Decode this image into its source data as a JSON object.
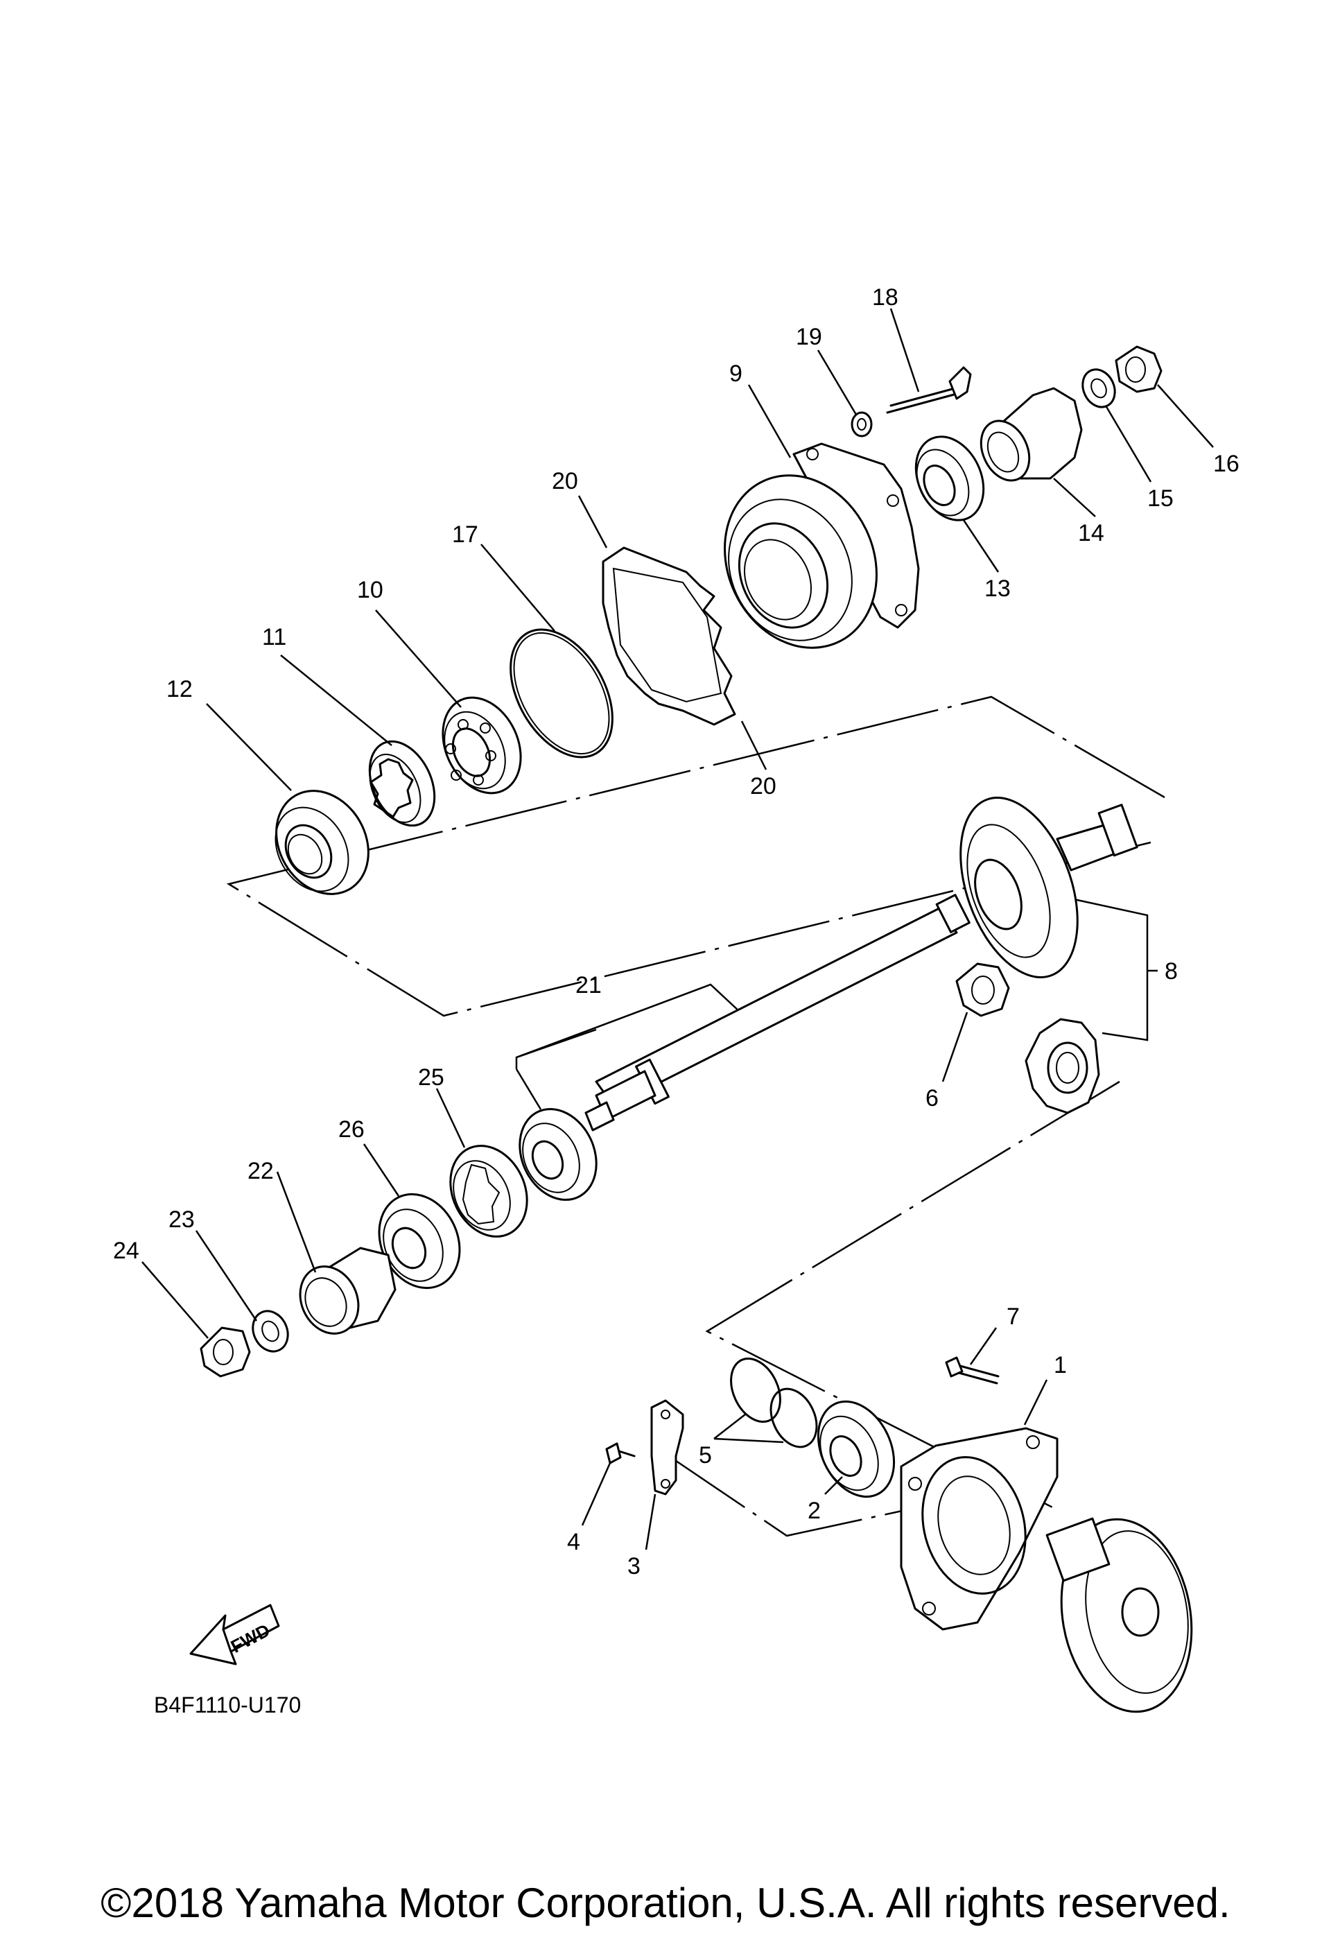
{
  "diagram": {
    "part_code": "B4F1110-U170",
    "fwd_label": "FWD",
    "callouts": {
      "c1": "1",
      "c2": "2",
      "c3": "3",
      "c4": "4",
      "c5": "5",
      "c6": "6",
      "c7": "7",
      "c8": "8",
      "c9": "9",
      "c10": "10",
      "c11": "11",
      "c12": "12",
      "c13": "13",
      "c14": "14",
      "c15": "15",
      "c16": "16",
      "c17": "17",
      "c18": "18",
      "c19": "19",
      "c20a": "20",
      "c20b": "20",
      "c21": "21",
      "c22": "22",
      "c23": "23",
      "c24": "24",
      "c25": "25",
      "c26": "26"
    }
  },
  "footer": {
    "copyright": "©2018 Yamaha Motor Corporation, U.S.A. All rights reserved."
  }
}
